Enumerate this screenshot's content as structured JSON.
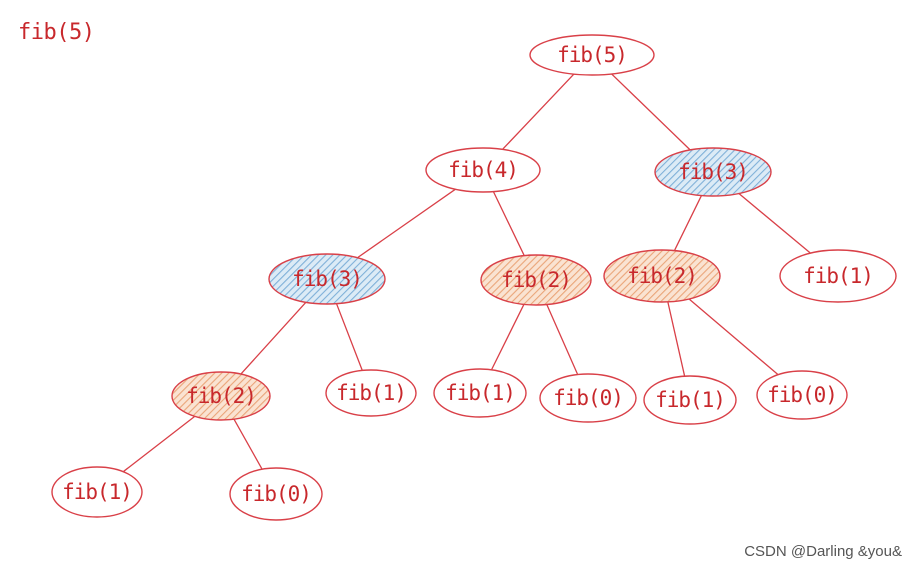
{
  "title": "fib(5)",
  "watermark": "CSDN @Darling &you&",
  "colors": {
    "stroke": "#d94048",
    "text": "#c8282c",
    "repeat_fib3_fill": "#a9cbe6",
    "repeat_fib2_fill": "#f2c7a6"
  },
  "tree": {
    "nodes": [
      {
        "id": "n1",
        "label": "fib(5)",
        "highlight": "none"
      },
      {
        "id": "n2",
        "label": "fib(4)",
        "highlight": "none"
      },
      {
        "id": "n3",
        "label": "fib(3)",
        "highlight": "blue"
      },
      {
        "id": "n4",
        "label": "fib(3)",
        "highlight": "blue"
      },
      {
        "id": "n5",
        "label": "fib(2)",
        "highlight": "orange"
      },
      {
        "id": "n6",
        "label": "fib(2)",
        "highlight": "orange"
      },
      {
        "id": "n7",
        "label": "fib(1)",
        "highlight": "none"
      },
      {
        "id": "n8",
        "label": "fib(2)",
        "highlight": "orange"
      },
      {
        "id": "n9",
        "label": "fib(1)",
        "highlight": "none"
      },
      {
        "id": "n10",
        "label": "fib(1)",
        "highlight": "none"
      },
      {
        "id": "n11",
        "label": "fib(0)",
        "highlight": "none"
      },
      {
        "id": "n12",
        "label": "fib(1)",
        "highlight": "none"
      },
      {
        "id": "n13",
        "label": "fib(0)",
        "highlight": "none"
      },
      {
        "id": "n14",
        "label": "fib(1)",
        "highlight": "none"
      },
      {
        "id": "n15",
        "label": "fib(0)",
        "highlight": "none"
      }
    ],
    "edges": [
      [
        "n1",
        "n2"
      ],
      [
        "n1",
        "n3"
      ],
      [
        "n2",
        "n4"
      ],
      [
        "n2",
        "n5"
      ],
      [
        "n3",
        "n6"
      ],
      [
        "n3",
        "n7"
      ],
      [
        "n4",
        "n8"
      ],
      [
        "n4",
        "n9"
      ],
      [
        "n5",
        "n10"
      ],
      [
        "n5",
        "n11"
      ],
      [
        "n6",
        "n12"
      ],
      [
        "n6",
        "n13"
      ],
      [
        "n8",
        "n14"
      ],
      [
        "n8",
        "n15"
      ]
    ]
  }
}
